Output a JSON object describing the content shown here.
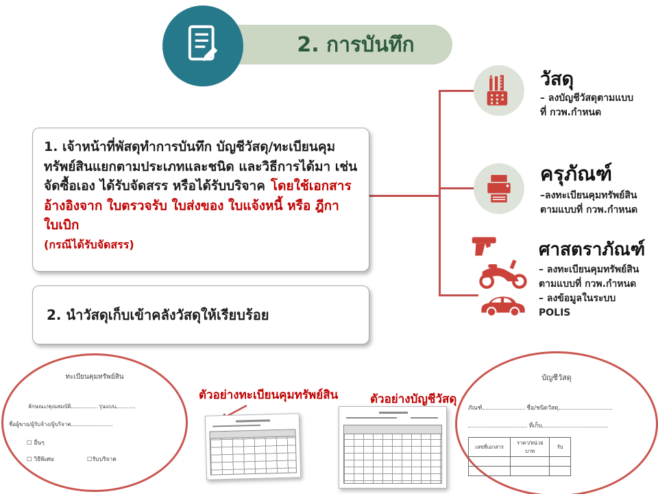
{
  "colors": {
    "accent_red": "#c0504d",
    "icon_red": "#cb423b",
    "teal_circle": "#26798b",
    "banner_green": "#cbd6c3",
    "title_green": "#2d5a3d",
    "red_text": "#c00000"
  },
  "title": {
    "label": "2. การบันทึก"
  },
  "categories": [
    {
      "icon": "pencil-cup-icon",
      "heading": "วัสดุ",
      "lines": [
        "– ลงบัญชีวัสดุตามแบบ",
        "ที่ กวพ.กำหนด"
      ]
    },
    {
      "icon": "printer-icon",
      "heading": "ครุภัณฑ์",
      "lines": [
        "–ลงทะเบียนคุมทรัพย์สิน",
        "ตามแบบที่ กวพ.กำหนด"
      ]
    },
    {
      "icon": "weapons-vehicles-icon",
      "heading": "ศาสตราภัณฑ์",
      "lines": [
        "– ลงทะเบียนคุมทรัพย์สิน",
        "ตามแบบที่ กวพ.กำหนด",
        "– ลงข้อมูลในระบบ",
        "POLIS"
      ]
    }
  ],
  "step1": {
    "text_black": "1. เจ้าหน้าที่พัสดุทำการบันทึก บัญชีวัสดุ/ทะเบียนคุมทรัพย์สินแยกตามประเภทและชนิด และวิธีการได้มา เช่น จัดซื้อเอง ได้รับจัดสรร หรือได้รับบริจาค",
    "text_red": "โดยใช้เอกสารอ้างอิงจาก ใบตรวจรับ ใบส่งของ ใบแจ้งหนี้ หรือ ฎีกาใบเบิก",
    "text_red_note": "(กรณีได้รับจัดสรร)"
  },
  "step2": {
    "text": "2. นำวัสดุเก็บเข้าคลังวัสดุให้เรียบร้อย"
  },
  "example_labels": {
    "register": "ตัวอย่างทะเบียนคุมทรัพย์สิน",
    "ledger": "ตัวอย่างบัญชีวัสดุ"
  },
  "register_form": {
    "title": "ทะเบียนคุมทรัพย์สิน",
    "field_spec": "ลักษณะ/คุณสมบัติ",
    "field_model": "รุ่นแบบ",
    "field_vendor": "ชื่อผู้ขาย/ผู้รับจ้าง/ผู้บริจาค",
    "check_other": "☐ อื่นๆ",
    "check_special": "☐ วิธีพิเศษ",
    "check_donated": "☐รับบริจาค"
  },
  "ledger_form": {
    "title": "บัญชีวัสดุ",
    "field_fragment": "ภัณฑ์",
    "field_item": "ชื่อ/ชนิดวัสดุ",
    "field_location": "ที่เก็บ",
    "table_headers": [
      "เลขที่เอกสาร",
      "ราคา/หน่วย บาท",
      "รับ"
    ]
  }
}
